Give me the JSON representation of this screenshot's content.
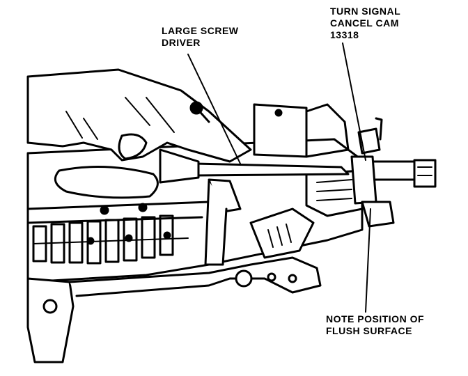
{
  "callouts": {
    "screwdriver": {
      "line1": "LARGE SCREW",
      "line2": "DRIVER"
    },
    "cancel_cam": {
      "line1": "TURN SIGNAL",
      "line2": "CANCEL CAM",
      "line3": "13318"
    },
    "flush_surface": {
      "line1": "NOTE POSITION OF",
      "line2": "FLUSH SURFACE"
    }
  },
  "colors": {
    "ink": "#000000",
    "paper": "#ffffff"
  }
}
